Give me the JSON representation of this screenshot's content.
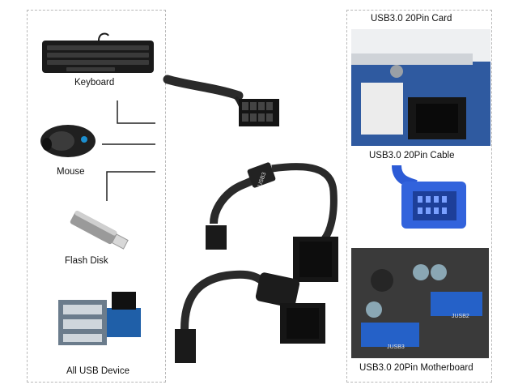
{
  "left": {
    "keyboard_label": "Keyboard",
    "mouse_label": "Mouse",
    "flash_label": "Flash Disk",
    "device_label": "All USB Device"
  },
  "right": {
    "card_label": "USB3.0 20Pin Card",
    "cable_label": "USB3.0 20Pin Cable",
    "board_label": "USB3.0 20Pin Motherboard"
  },
  "cable_print": "USB3",
  "board_print": [
    "JUSB3",
    "JUSB2"
  ]
}
